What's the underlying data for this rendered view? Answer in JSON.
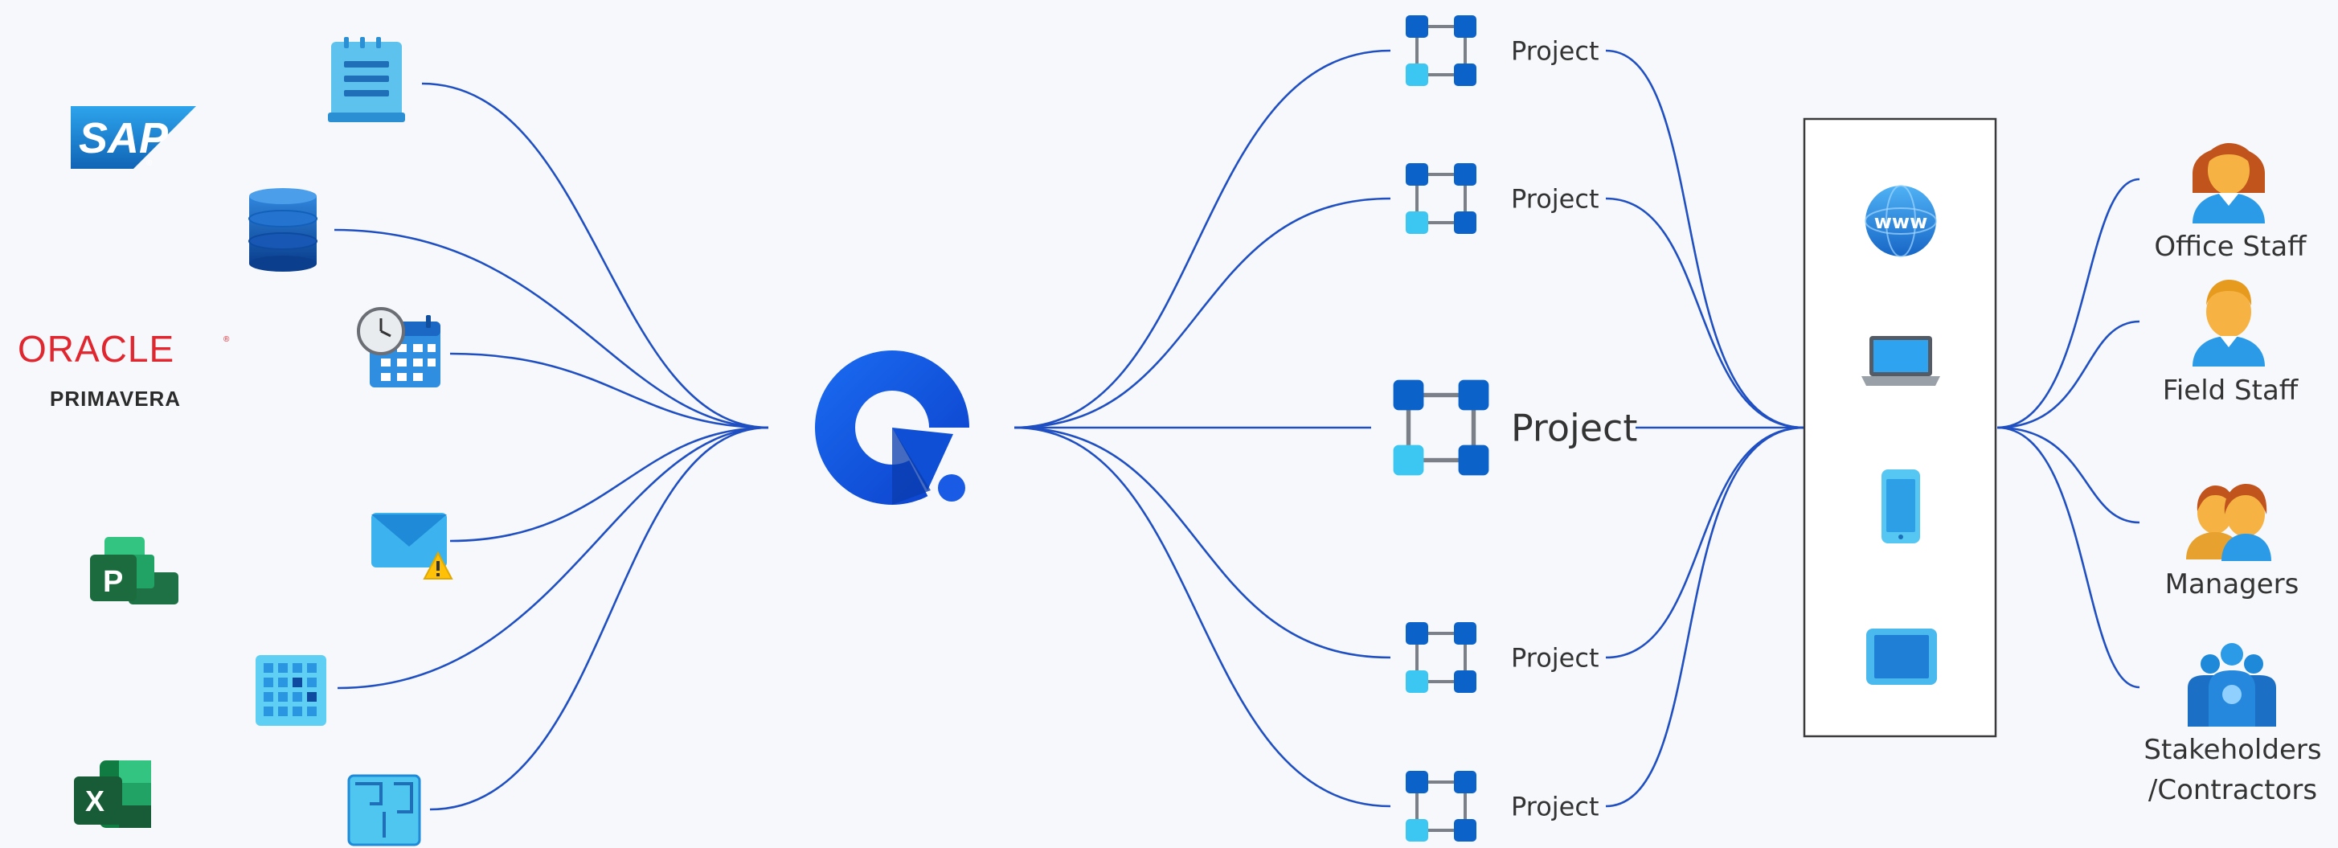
{
  "sources": {
    "sap": "SAP",
    "oracle": "ORACLE",
    "primavera": "PRIMAVERA",
    "ms_project": "P",
    "excel": "X"
  },
  "center": {
    "logo": "Q"
  },
  "projects": [
    {
      "label": "Project"
    },
    {
      "label": "Project"
    },
    {
      "label": "Project"
    },
    {
      "label": "Project"
    },
    {
      "label": "Project"
    }
  ],
  "devices": {
    "web": "www",
    "laptop": "laptop",
    "phone": "phone",
    "tablet": "tablet"
  },
  "users": [
    {
      "line1": "Office Staff",
      "line2": ""
    },
    {
      "line1": "Field Staff",
      "line2": ""
    },
    {
      "line1": "Managers",
      "line2": ""
    },
    {
      "line1": "Stakeholders",
      "line2": "/Contractors"
    }
  ],
  "colors": {
    "line": "#1f4fc1",
    "accent": "#1a5be6",
    "light_blue": "#3cc6f2",
    "dark_blue": "#0b63c9",
    "sap_blue": "#1b86d4",
    "oracle_red": "#e0262e",
    "ms_green": "#1e7145",
    "person_skin": "#f6b343",
    "person_hair": "#c0541c",
    "person_shirt": "#2b9be8"
  }
}
